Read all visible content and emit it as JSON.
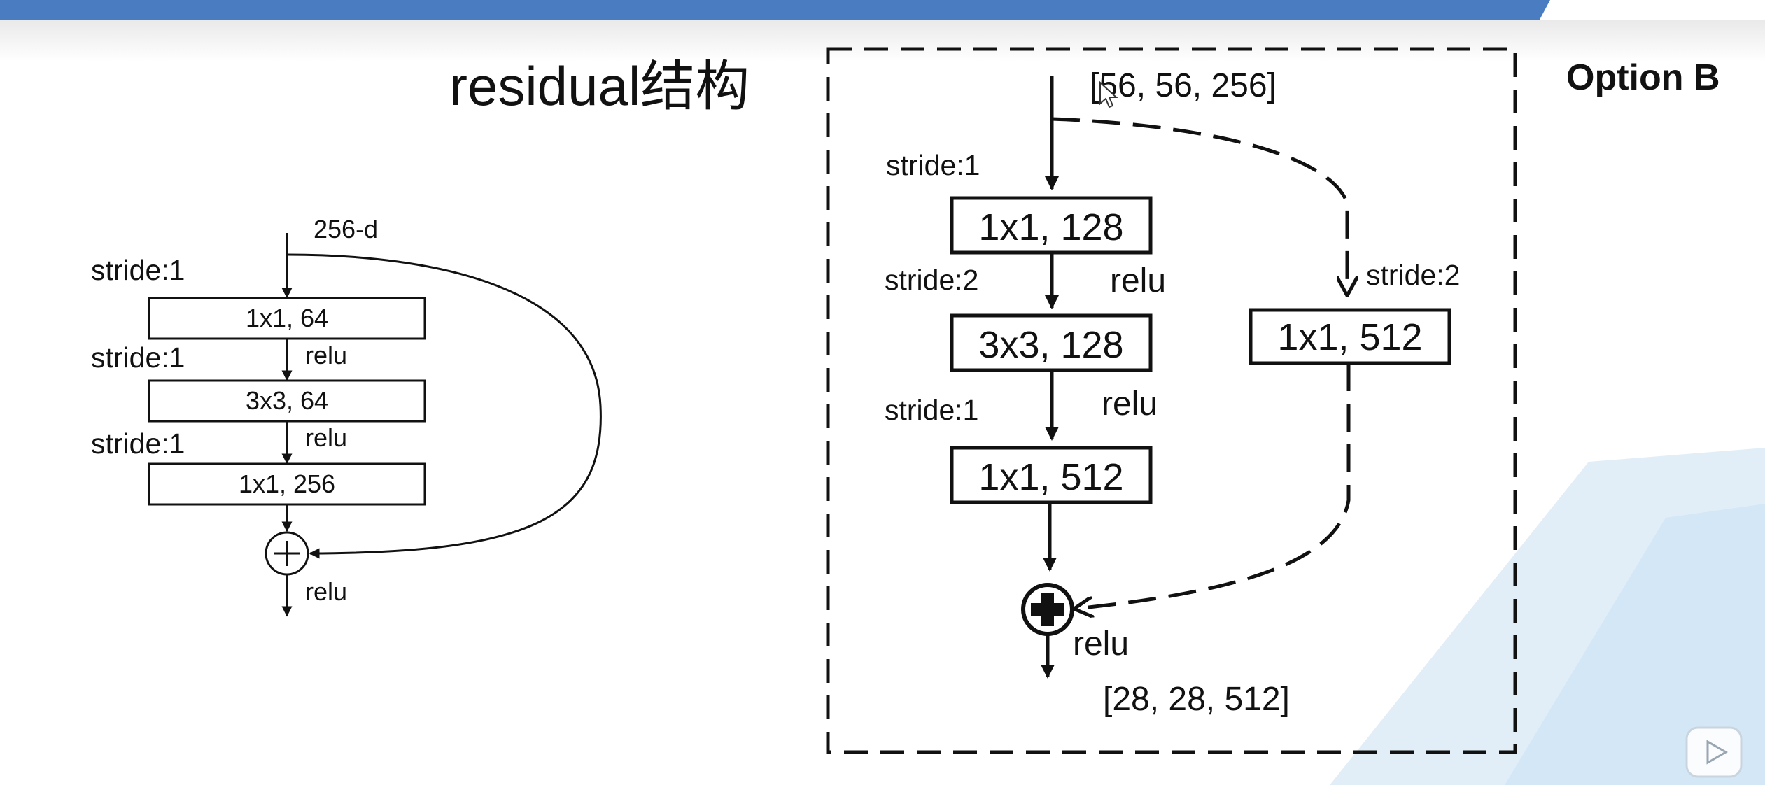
{
  "slide": {
    "title": "residual结构",
    "option_label": "Option B",
    "colors": {
      "top_bar": "#4a7cc2",
      "deco": "#dcebf7"
    }
  },
  "left_diagram": {
    "input_label": "256-d",
    "strides": [
      "stride:1",
      "stride:1",
      "stride:1"
    ],
    "boxes": [
      "1x1, 64",
      "3x3, 64",
      "1x1, 256"
    ],
    "activations": [
      "relu",
      "relu",
      "relu"
    ]
  },
  "right_diagram": {
    "input_shape": "[56, 56, 256]",
    "output_shape": "[28, 28, 512]",
    "strides": [
      "stride:1",
      "stride:2",
      "stride:1"
    ],
    "boxes": [
      "1x1, 128",
      "3x3, 128",
      "1x1, 512"
    ],
    "activations": [
      "relu",
      "relu",
      "relu"
    ],
    "shortcut": {
      "stride": "stride:2",
      "box": "1x1, 512"
    }
  },
  "icons": {
    "player": "play-icon",
    "cursor": "cursor-icon",
    "add_node": "plus-circle-icon"
  }
}
